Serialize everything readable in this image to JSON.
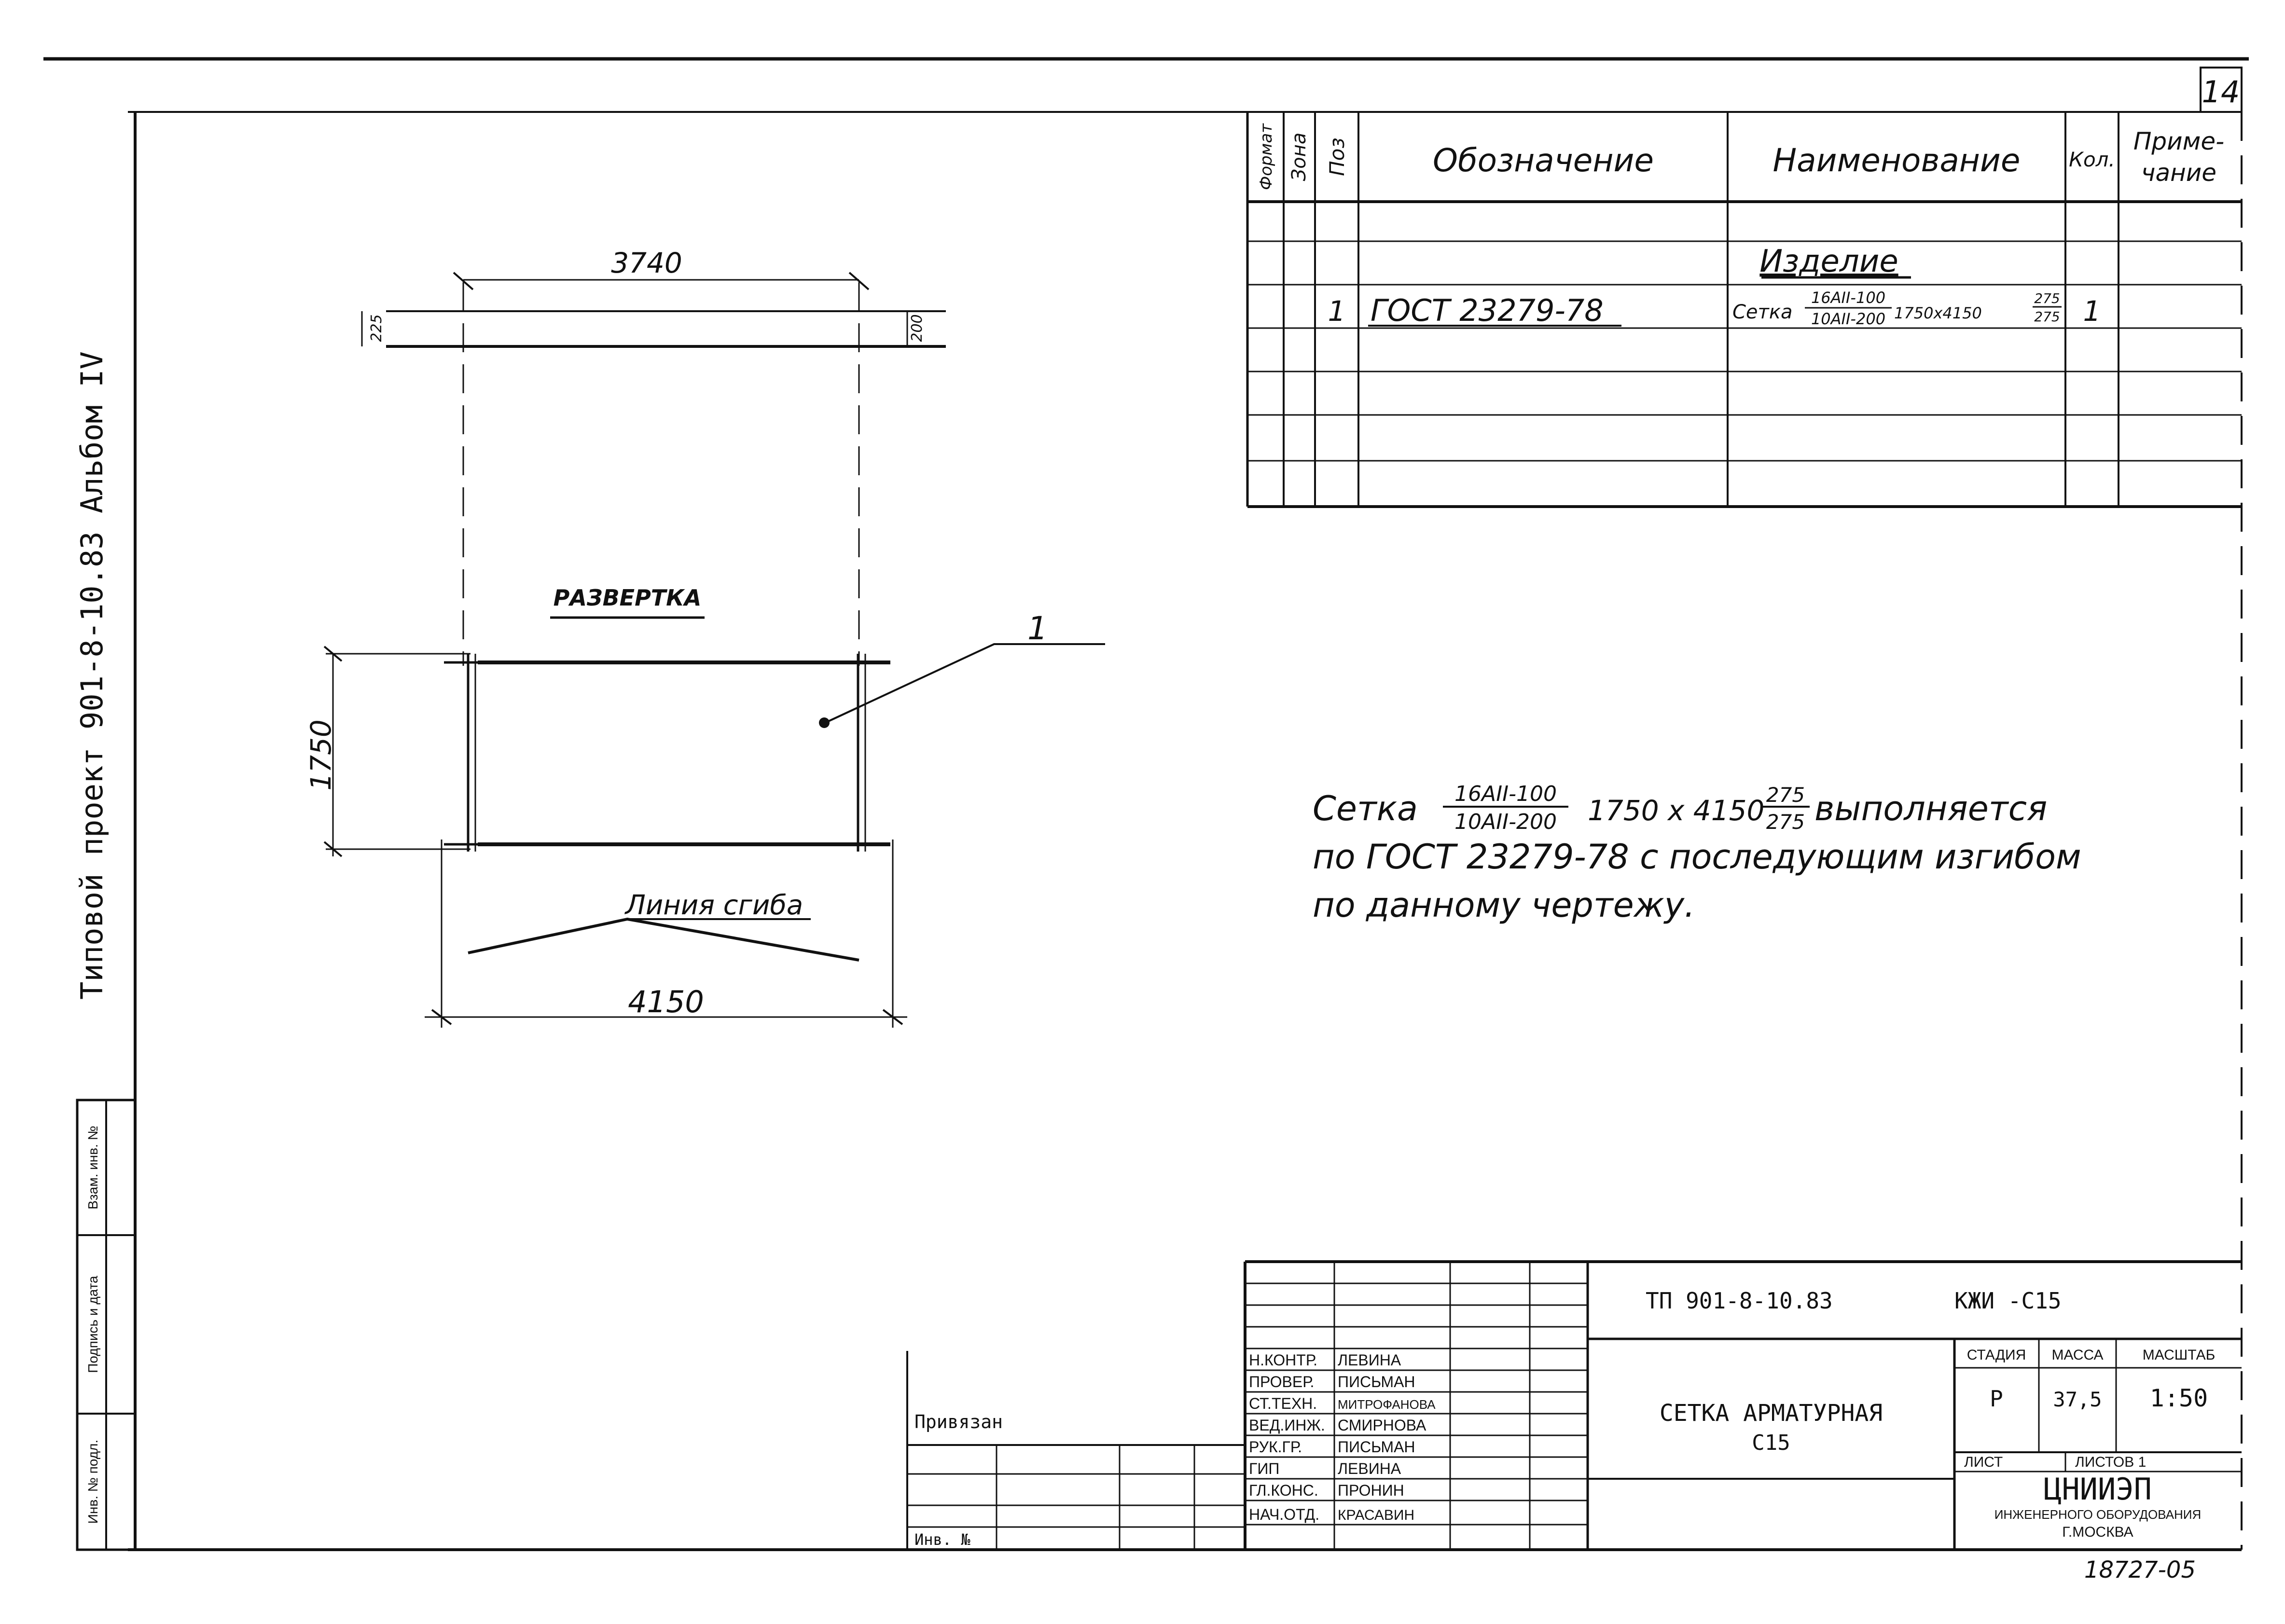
{
  "sheet_number": "14",
  "side_title": "Типовой проект 901-8-10.83 Альбом IV",
  "spec_table": {
    "headers": {
      "format": "Формат",
      "zone": "Зона",
      "pos": "Поз",
      "designation": "Обозначение",
      "name": "Наименование",
      "qty": "Кол.",
      "note_line1": "Приме-",
      "note_line2": "чание"
    },
    "section_title": "Изделие",
    "row1": {
      "pos": "1",
      "designation": "ГОСТ 23279-78",
      "name_prefix": "Сетка",
      "name_num": "16AII-100",
      "name_den": "10AII-200",
      "name_size": "1750x4150",
      "name_overhang_num": "275",
      "name_overhang_den": "275",
      "qty": "1"
    }
  },
  "drawing": {
    "dim_top": "3740",
    "dim_left_top": "225",
    "dim_right_top": "200",
    "dim_side": "1750",
    "dim_bottom": "4150",
    "label_unfold": "РАЗВЕРТКА",
    "label_bend": "Линия сгиба",
    "callout": "1"
  },
  "note": {
    "prefix": "Сетка",
    "num": "16AII-100",
    "den": "10AII-200",
    "size": "1750 x 4150",
    "ov_num": "275",
    "ov_den": "275",
    "line1_rest": "выполняется",
    "line2": "по ГОСТ 23279-78 с последующим изгибом",
    "line3": "по данному чертежу."
  },
  "left_stamp": {
    "c1": "Инв. № подл.",
    "c2": "Подпись и дата",
    "c3": "Взам. инв. №"
  },
  "binding": {
    "attached": "Привязан",
    "inv": "Инв. №"
  },
  "title_block": {
    "doc_code": "ТП 901-8-10.83",
    "doc_mark": "КЖИ -С15",
    "people": [
      {
        "role": "Н.КОНТР.",
        "name": "ЛЕВИНА"
      },
      {
        "role": "ПРОВЕР.",
        "name": "ПИСЬМАН"
      },
      {
        "role": "СТ.ТЕХН.",
        "name": "МИТРОФАНОВА"
      },
      {
        "role": "ВЕД.ИНЖ.",
        "name": "СМИРНОВА"
      },
      {
        "role": "РУК.ГР.",
        "name": "ПИСЬМАН"
      },
      {
        "role": "ГИП",
        "name": "ЛЕВИНА"
      },
      {
        "role": "ГЛ.КОНС.",
        "name": "ПРОНИН"
      },
      {
        "role": "НАЧ.ОТД.",
        "name": "КРАСАВИН"
      }
    ],
    "title_line1": "СЕТКА АРМАТУРНАЯ",
    "title_line2": "С15",
    "stage_label": "СТАДИЯ",
    "mass_label": "МАССА",
    "scale_label": "МАСШТАБ",
    "stage": "Р",
    "mass": "37,5",
    "scale": "1:50",
    "sheet_label": "ЛИСТ",
    "sheets_label": "ЛИСТОВ 1",
    "org": "ЦНИИЭП",
    "org_line2": "ИНЖЕНЕРНОГО ОБОРУДОВАНИЯ",
    "org_line3": "Г.МОСКВА"
  },
  "archive_number": "18727-05"
}
